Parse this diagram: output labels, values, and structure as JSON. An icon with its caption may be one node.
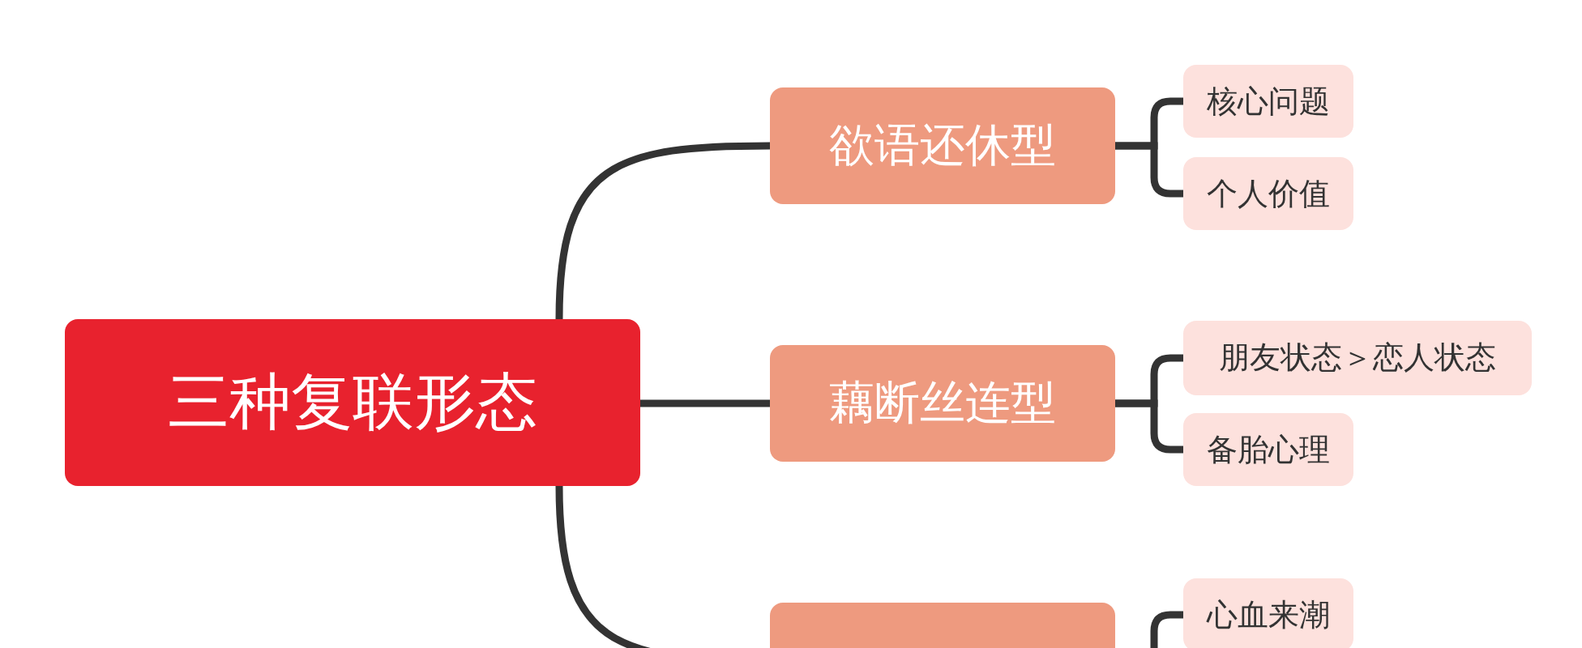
{
  "diagram": {
    "nodes": [
      {
        "text": [
          "三种复联形态"
        ]
      },
      {
        "text": [
          "欲语还休型"
        ]
      },
      {
        "text": [
          "核心问题"
        ]
      },
      {
        "text": [
          "个人价值"
        ]
      },
      {
        "text": [
          "藕断丝连型"
        ]
      },
      {
        "text": [
          "朋友状态＞恋人状态"
        ]
      },
      {
        "text": [
          "备胎心理"
        ]
      },
      {
        "text": [],
        "shape": "box"
      },
      {
        "text": [
          "心血来潮"
        ]
      }
    ],
    "edges": [
      {
        "from": 0,
        "to": 1,
        "arrow": "none"
      },
      {
        "from": 1,
        "to": 2,
        "arrow": "none"
      },
      {
        "from": 1,
        "to": 3,
        "arrow": "none"
      },
      {
        "from": 0,
        "to": 4,
        "arrow": "none"
      },
      {
        "from": 4,
        "to": 5,
        "arrow": "none"
      },
      {
        "from": 4,
        "to": 6,
        "arrow": "none"
      },
      {
        "from": 0,
        "to": 7,
        "arrow": "none"
      },
      {
        "from": 7,
        "to": 8,
        "arrow": "none"
      }
    ]
  }
}
